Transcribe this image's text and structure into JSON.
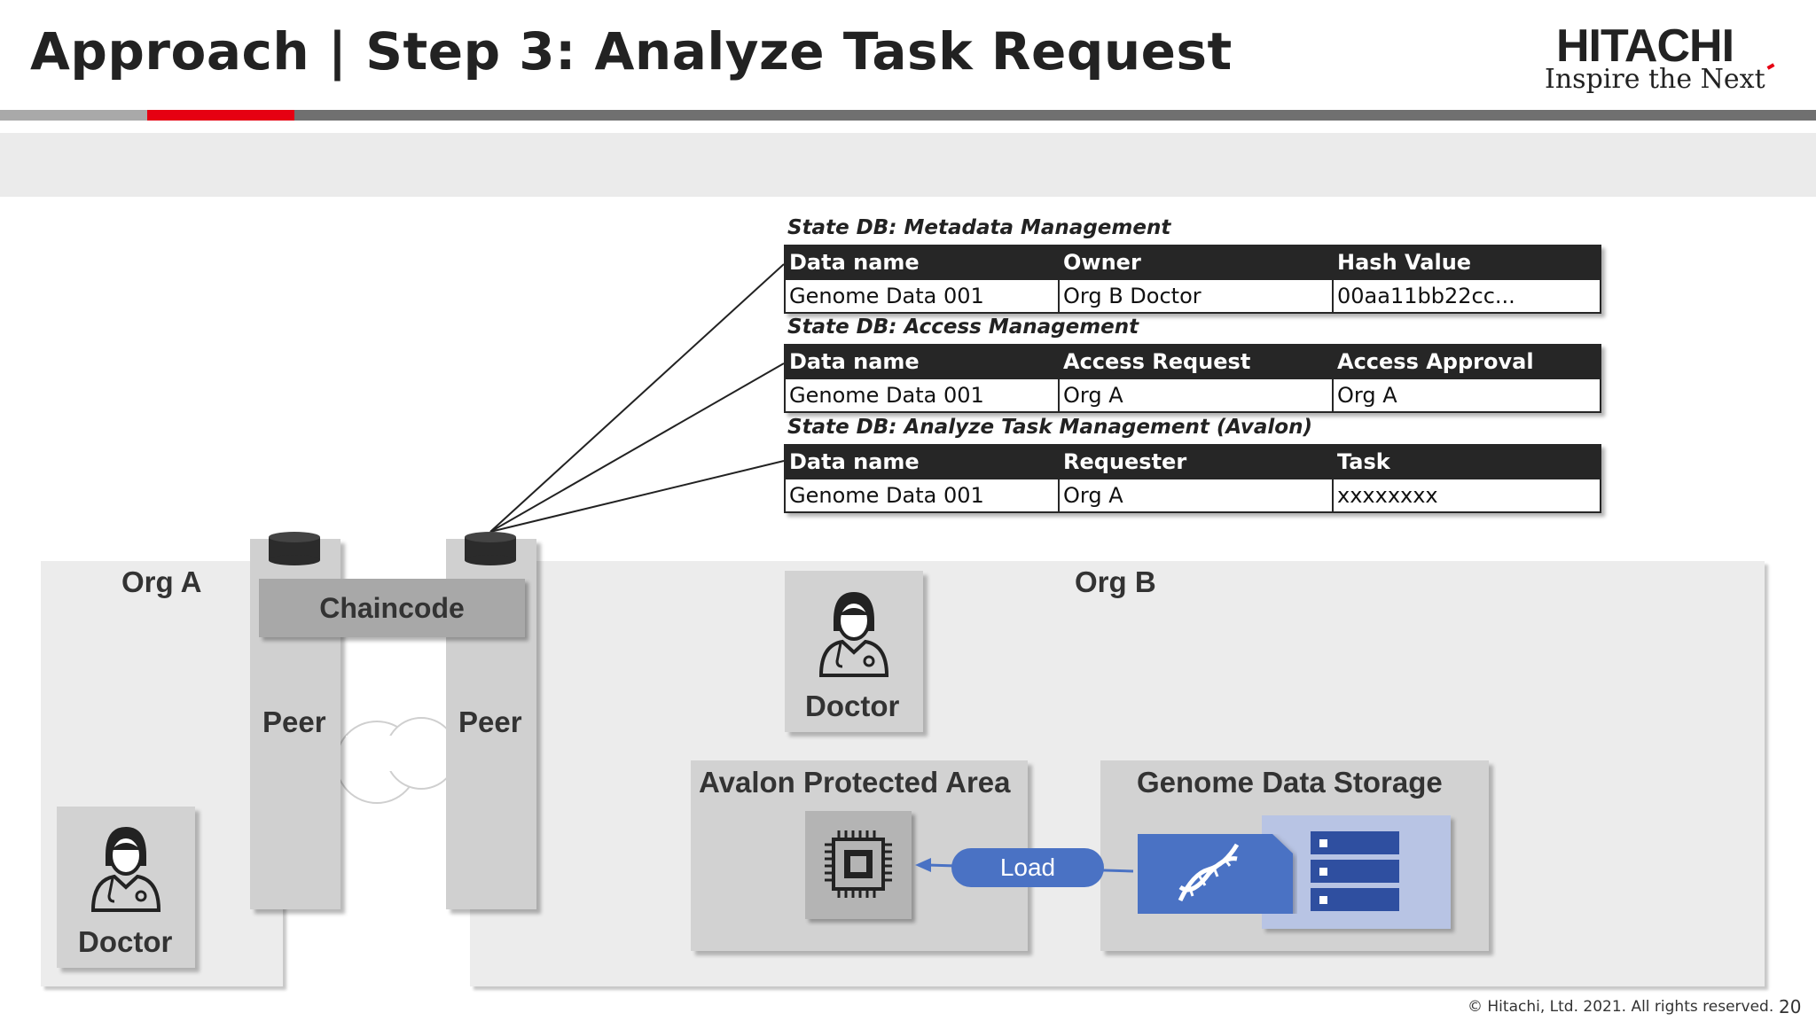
{
  "slide": {
    "title": "Approach | Step 3: Analyze Task Request",
    "page_number": "20",
    "copyright": "© Hitachi, Ltd. 2021. All rights reserved."
  },
  "logo": {
    "brand": "HITACHI",
    "tagline": "Inspire the Next"
  },
  "colors": {
    "brand_red": "#e60012",
    "accent_blue": "#4a72c4",
    "table_header": "#262626"
  },
  "diagram": {
    "org_a": {
      "label": "Org A",
      "doctor_label": "Doctor",
      "peer_label": "Peer"
    },
    "org_b": {
      "label": "Org B",
      "doctor_label": "Doctor",
      "peer_label": "Peer",
      "avalon_label": "Avalon Protected Area",
      "storage_label": "Genome Data Storage",
      "load_label": "Load"
    },
    "chaincode_label": "Chaincode"
  },
  "tables": [
    {
      "title": "State DB: Metadata Management",
      "headers": [
        "Data name",
        "Owner",
        "Hash Value"
      ],
      "row": [
        "Genome Data 001",
        "Org B Doctor",
        "00aa11bb22cc..."
      ]
    },
    {
      "title": "State DB: Access Management",
      "headers": [
        "Data name",
        "Access Request",
        "Access Approval"
      ],
      "row": [
        "Genome Data 001",
        "Org A",
        "Org A"
      ]
    },
    {
      "title": "State DB: Analyze Task Management (Avalon)",
      "headers": [
        "Data name",
        "Requester",
        "Task"
      ],
      "row": [
        "Genome Data 001",
        "Org A",
        "xxxxxxxx"
      ]
    }
  ]
}
